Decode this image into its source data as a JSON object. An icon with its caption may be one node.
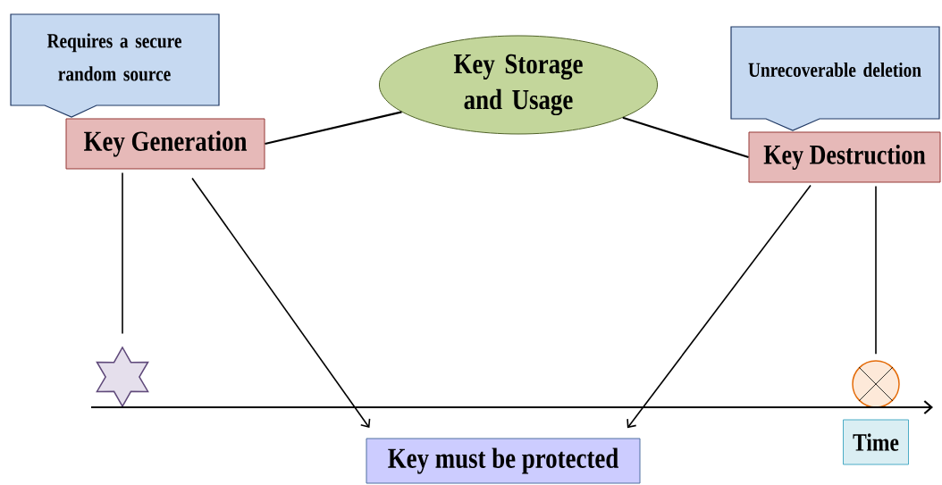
{
  "diagram": {
    "nodes": [
      {
        "text": [
          "Requires a secure random source"
        ]
      },
      {
        "text": [
          "Key Generation"
        ]
      },
      {
        "text": [
          "Key Storage and Usage"
        ]
      },
      {
        "text": [
          "Unrecoverable deletion"
        ]
      },
      {
        "text": [
          "Key Destruction"
        ]
      },
      {
        "text": [],
        "shape": "star"
      },
      {
        "text": [],
        "shape": "circle"
      },
      {
        "text": [
          "Key must be protected"
        ]
      },
      {
        "text": [
          "Time"
        ]
      }
    ],
    "edges": [
      {
        "from": 1,
        "to": 2,
        "arrow": "none"
      },
      {
        "from": 2,
        "to": 4,
        "arrow": "none"
      },
      {
        "from": 1,
        "to": 5,
        "arrow": "none"
      },
      {
        "from": 1,
        "to": 7,
        "arrow": "to"
      },
      {
        "from": 4,
        "to": 7,
        "arrow": "to"
      },
      {
        "from": 4,
        "to": 6,
        "arrow": "none"
      }
    ]
  }
}
